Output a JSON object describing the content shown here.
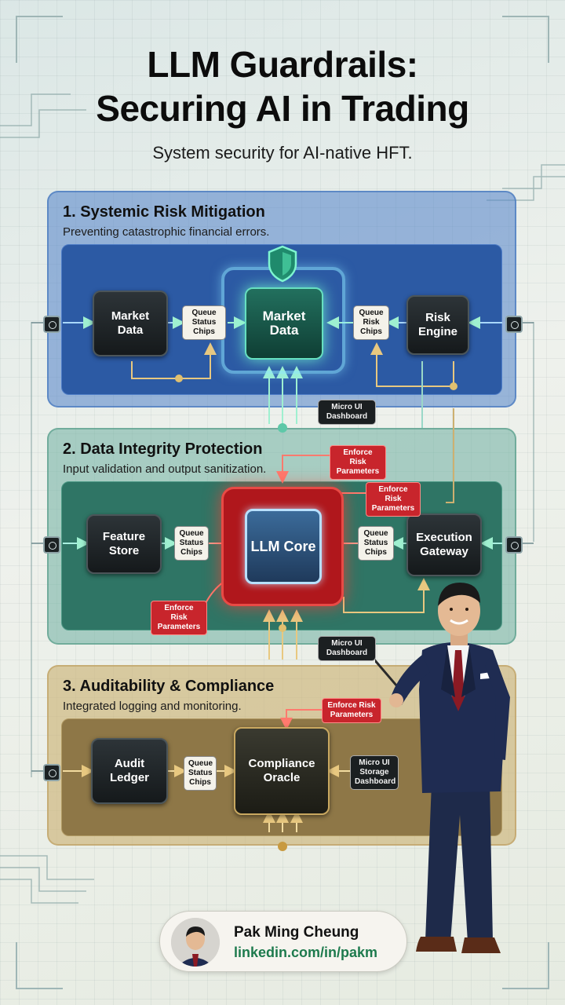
{
  "header": {
    "title_line1": "LLM Guardrails:",
    "title_line2": "Securing AI in Trading",
    "subtitle": "System security for AI-native HFT."
  },
  "sections": [
    {
      "title": "1. Systemic Risk Mitigation",
      "subtitle": "Preventing catastrophic financial errors.",
      "nodes": {
        "left": "Market Data",
        "center": "Market Data",
        "right": "Risk Engine"
      },
      "chips": {
        "left": "Queue Status Chips",
        "right": "Queue Risk Chips",
        "bottom": "Micro UI Dashboard"
      }
    },
    {
      "title": "2. Data Integrity Protection",
      "subtitle": "Input validation and output sanitization.",
      "nodes": {
        "left": "Feature Store",
        "center": "LLM Core",
        "right": "Execution Gateway"
      },
      "chips": {
        "left": "Queue Status Chips",
        "right": "Queue Status Chips",
        "bottom": "Micro UI Dashboard"
      },
      "tags": {
        "top": "Enforce Risk Parameters",
        "top_right": "Enforce Risk Parameters",
        "bottom_left": "Enforce Risk Parameters"
      }
    },
    {
      "title": "3. Auditability & Compliance",
      "subtitle": "Integrated logging and monitoring.",
      "nodes": {
        "left": "Audit Ledger",
        "center": "Compliance Oracle"
      },
      "chips": {
        "left": "Queue Status Chips",
        "right": "Micro UI Storage Dashboard"
      },
      "tags": {
        "top": "Enforce Risk Parameters"
      }
    }
  ],
  "profile": {
    "name": "Pak Ming Cheung",
    "link": "linkedin.com/in/pakm"
  },
  "colors": {
    "section1": "#2c5aa4",
    "section2": "#2f7565",
    "section3": "#8e7747",
    "alert_red": "#c8252c",
    "glow_green": "#66e0c0"
  }
}
